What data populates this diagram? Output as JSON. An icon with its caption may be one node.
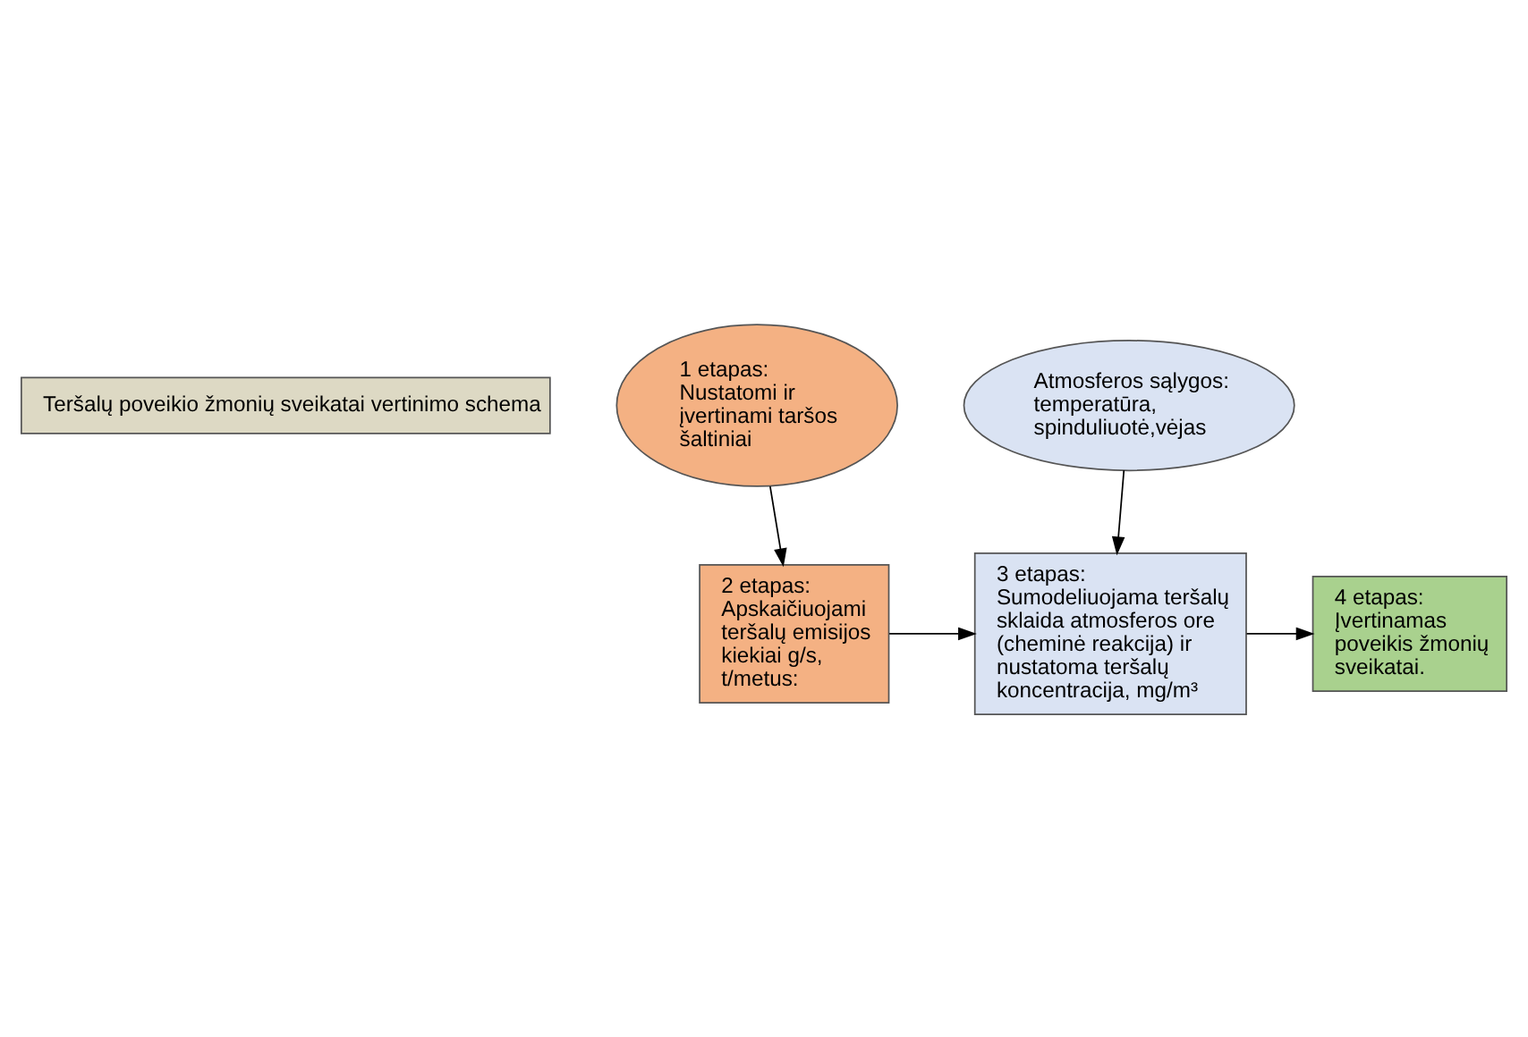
{
  "diagram": {
    "nodes": [
      {
        "text": [
          "Teršalų poveikio žmonių sveikatai vertinimo schema"
        ]
      },
      {
        "text": [
          "1 etapas:",
          "Nustatomi ir įvertinami taršos šaltiniai"
        ]
      },
      {
        "text": [
          "Atmosferos sąlygos: temperatūra, spinduliuotė,vėjas"
        ]
      },
      {
        "text": [
          "2 etapas:",
          "Apskaičiuojami teršalų emisijos kiekiai g/s, t/metus:"
        ]
      },
      {
        "text": [
          "3 etapas:",
          "Sumodeliuojama teršalų sklaida atmosferos ore (cheminė reakcija) ir nustatoma teršalų koncentracija, mg/m³"
        ]
      },
      {
        "text": [
          "4 etapas:",
          "Įvertinamas poveikis žmonių sveikatai."
        ]
      }
    ],
    "edges": [
      {
        "from": 1,
        "to": 3,
        "arrow": "to"
      },
      {
        "from": 2,
        "to": 4,
        "arrow": "to"
      },
      {
        "from": 3,
        "to": 4,
        "arrow": "to"
      },
      {
        "from": 4,
        "to": 5,
        "arrow": "to"
      }
    ]
  }
}
